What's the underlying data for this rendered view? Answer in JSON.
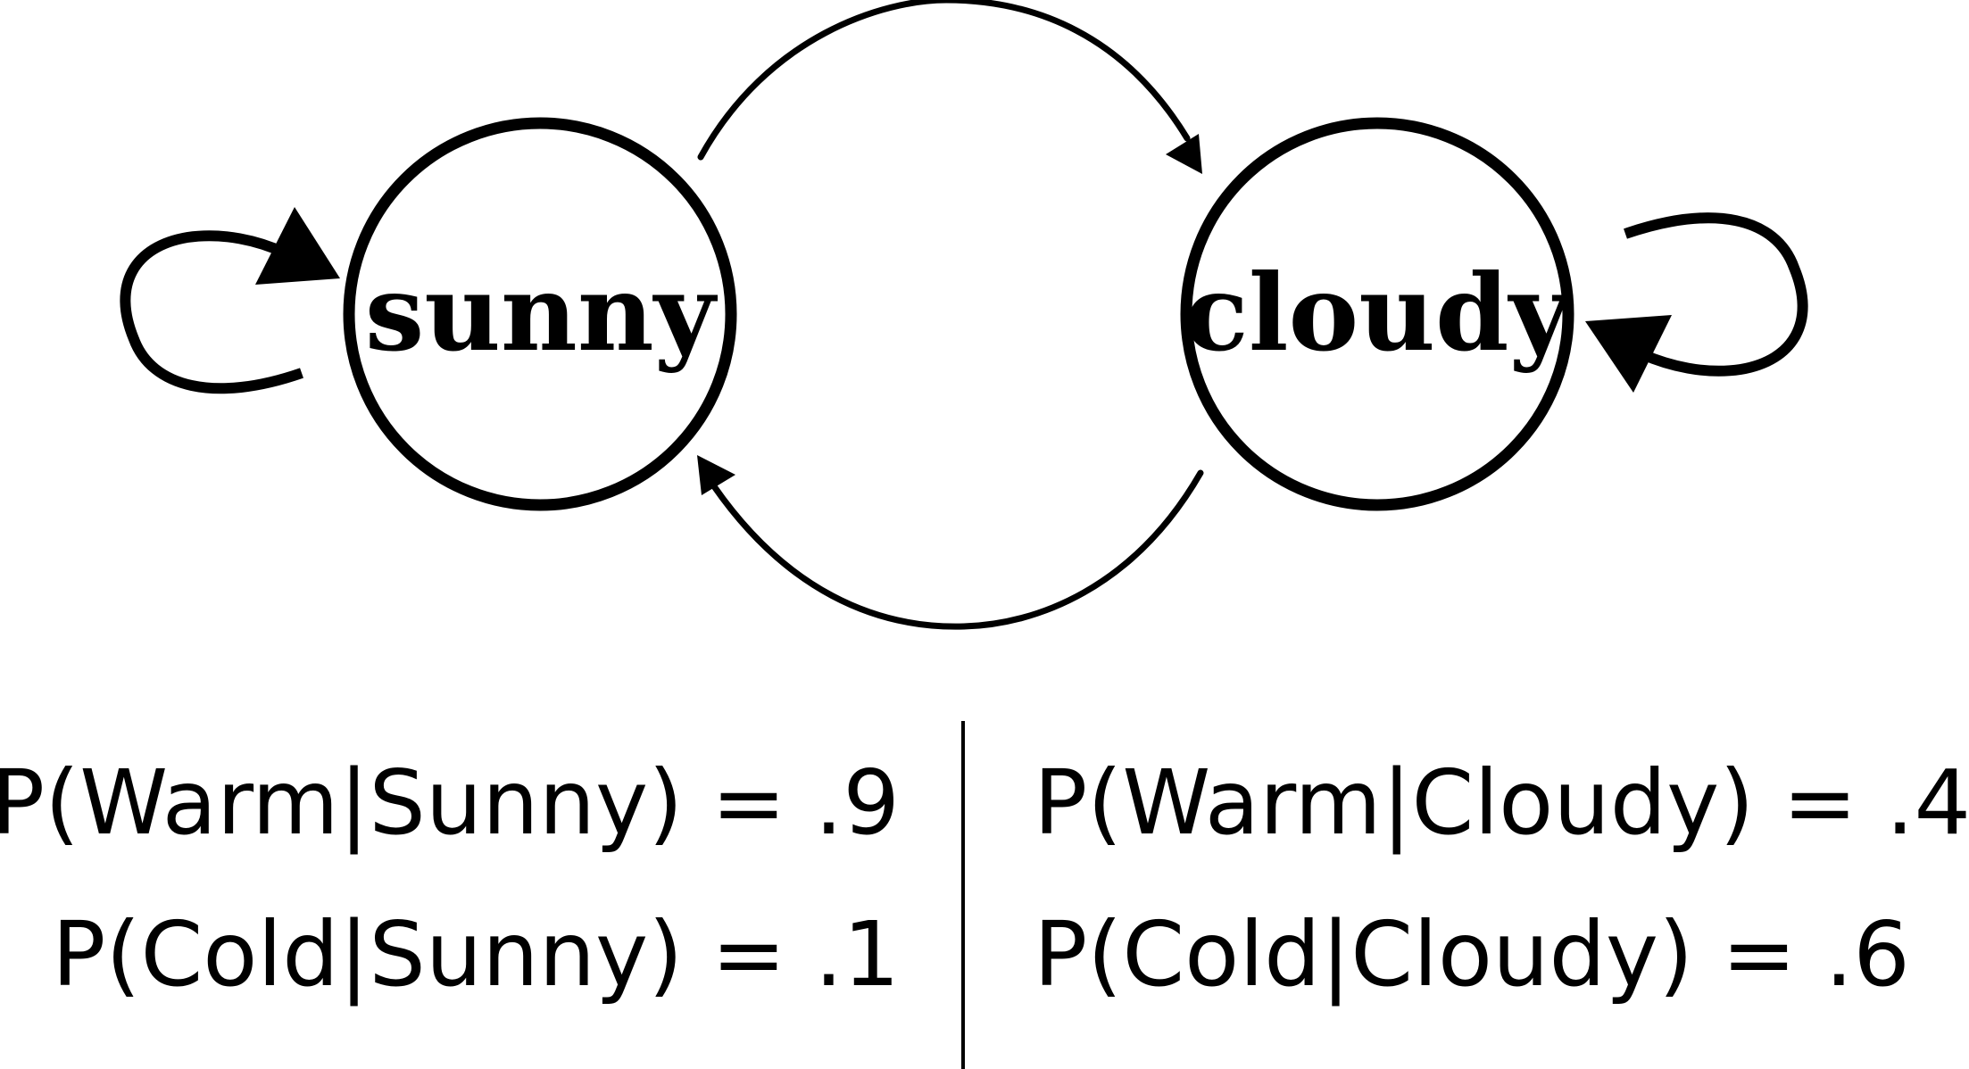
{
  "states": {
    "sunny": "sunny",
    "cloudy": "cloudy"
  },
  "emissions": {
    "sunny_warm": "P(Warm|Sunny) = .9",
    "sunny_cold": "P(Cold|Sunny) = .1",
    "cloudy_warm": "P(Warm|Cloudy) = .4",
    "cloudy_cold": "P(Cold|Cloudy) = .6"
  },
  "colors": {
    "stroke": "#000000",
    "background": "#ffffff"
  }
}
